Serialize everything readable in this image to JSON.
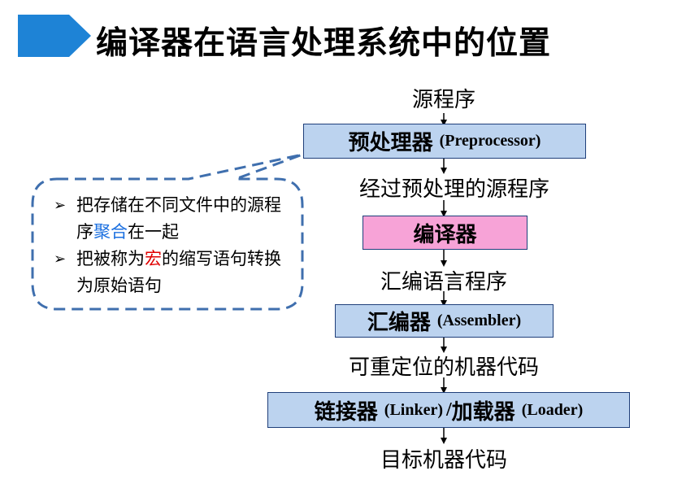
{
  "title": "编译器在语言处理系统中的位置",
  "colors": {
    "box_blue": "#bcd3ef",
    "box_pink": "#f7a3d7",
    "title_banner": "#1e83d6",
    "callout_border": "#3f6fae",
    "highlight_blue": "#1a6fe0",
    "highlight_red": "#e00000"
  },
  "flow": {
    "source": "源程序",
    "preprocessor": {
      "cn": "预处理器",
      "en": "(Preprocessor)"
    },
    "preprocessed": "经过预处理的源程序",
    "compiler": {
      "cn": "编译器"
    },
    "asm_program": "汇编语言程序",
    "assembler": {
      "cn": "汇编器",
      "en": "(Assembler)"
    },
    "relocatable": "可重定位的机器代码",
    "linker": {
      "cn1": "链接器",
      "en1": "(Linker)",
      "sep": "/",
      "cn2": "加载器",
      "en2": "(Loader)"
    },
    "target": "目标机器代码"
  },
  "note": {
    "items": [
      {
        "pre": "把存储在不同文件中的源程序",
        "hl": "聚合",
        "post": "在一起"
      },
      {
        "pre": "把被称为",
        "hl": "宏",
        "post": "的缩写语句转换为原始语句"
      }
    ]
  }
}
